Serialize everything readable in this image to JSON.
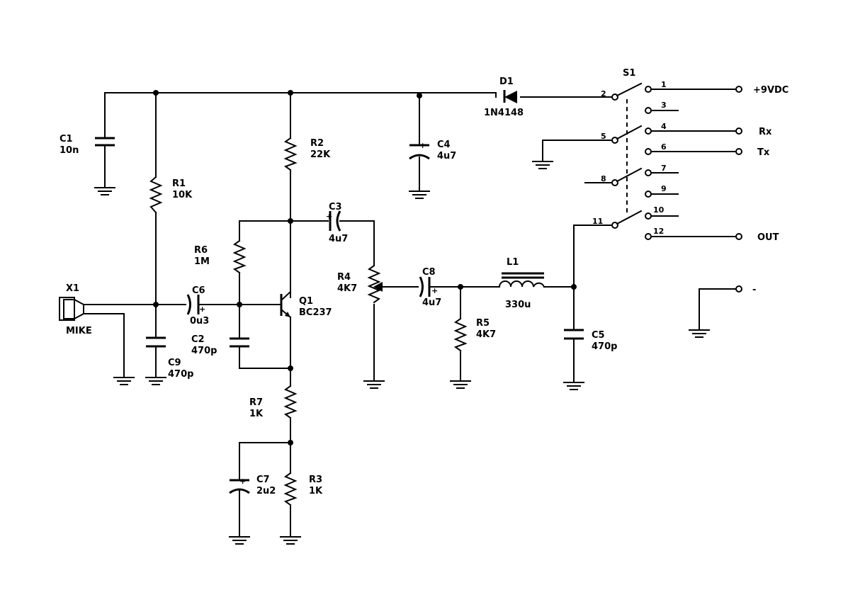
{
  "components": {
    "C1": {
      "ref": "C1",
      "value": "10n"
    },
    "R1": {
      "ref": "R1",
      "value": "10K"
    },
    "R2": {
      "ref": "R2",
      "value": "22K"
    },
    "C4": {
      "ref": "C4",
      "value": "4u7"
    },
    "D1": {
      "ref": "D1",
      "value": "1N4148"
    },
    "S1": {
      "ref": "S1"
    },
    "C3": {
      "ref": "C3",
      "value": "4u7"
    },
    "R6": {
      "ref": "R6",
      "value": "1M"
    },
    "R4": {
      "ref": "R4",
      "value": "4K7"
    },
    "C8": {
      "ref": "C8",
      "value": "4u7"
    },
    "L1": {
      "ref": "L1",
      "value": "330u"
    },
    "X1": {
      "ref": "X1",
      "value": "MIKE"
    },
    "C6": {
      "ref": "C6",
      "value": "0u3"
    },
    "Q1": {
      "ref": "Q1",
      "value": "BC237"
    },
    "C2": {
      "ref": "C2",
      "value": "470p"
    },
    "R5": {
      "ref": "R5",
      "value": "4K7"
    },
    "C5": {
      "ref": "C5",
      "value": "470p"
    },
    "C9": {
      "ref": "C9",
      "value": "470p"
    },
    "R7": {
      "ref": "R7",
      "value": "1K"
    },
    "C7": {
      "ref": "C7",
      "value": "2u2"
    },
    "R3": {
      "ref": "R3",
      "value": "1K"
    }
  },
  "switch_pins": [
    "1",
    "2",
    "3",
    "4",
    "5",
    "6",
    "7",
    "8",
    "9",
    "10",
    "11",
    "12"
  ],
  "connectors": {
    "vdc": "+9VDC",
    "rx": "Rx",
    "tx": "Tx",
    "out": "OUT",
    "neg": "-"
  },
  "polarity_mark": "+"
}
